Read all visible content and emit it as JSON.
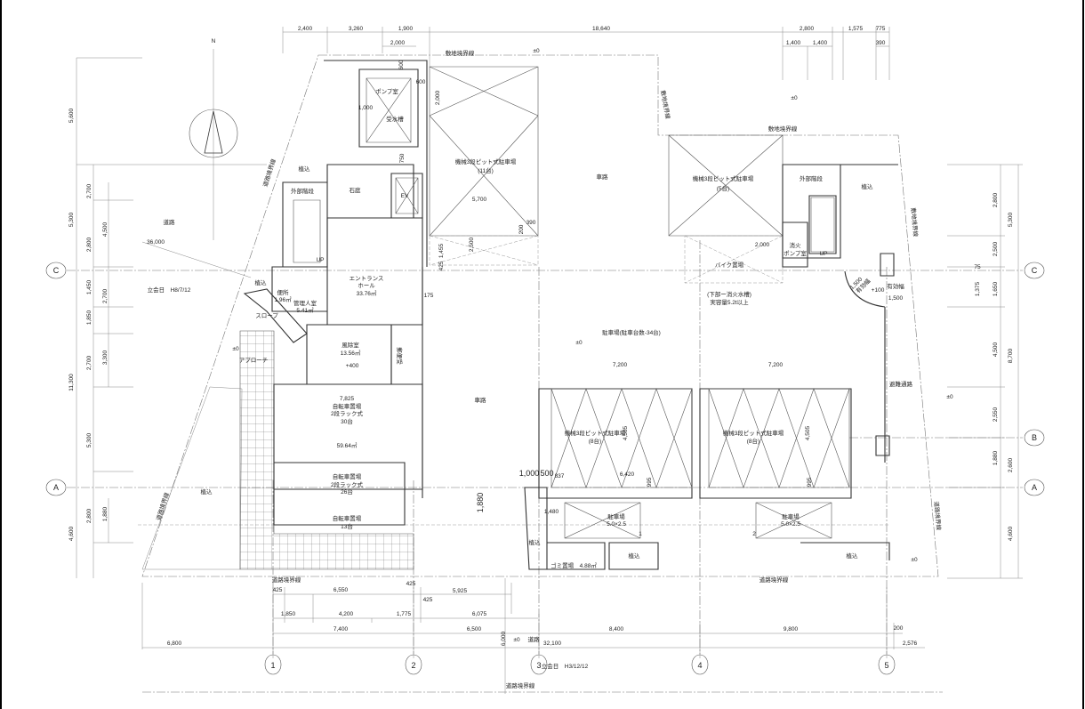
{
  "north_label": "N",
  "top_dims": [
    "2,400",
    "3,260",
    "1,900",
    "18,640",
    "2,800",
    "1,575",
    "775",
    "2,000",
    "1,400",
    "1,400",
    "390"
  ],
  "left_dims": [
    "5,600",
    "5,300",
    "11,300",
    "4,600",
    "2,700",
    "2,800",
    "1,450",
    "1,850",
    "2,700",
    "5,300",
    "2,800",
    "4,500",
    "2,700",
    "3,300",
    "1,880"
  ],
  "right_dims": [
    "2,800",
    "5,300",
    "2,500",
    "75",
    "1,375",
    "1,650",
    "4,500",
    "8,700",
    "2,550",
    "1,880",
    "2,600",
    "4,600"
  ],
  "bottom_dims": [
    "425",
    "6,550",
    "425",
    "5,925",
    "425",
    "1,850",
    "4,200",
    "1,775",
    "6,075",
    "7,400",
    "6,500",
    "8,400",
    "9,800",
    "200",
    "6,800",
    "6,000",
    "32,100",
    "2,576"
  ],
  "inner_dims": [
    "1,000",
    "600",
    "600",
    "750",
    "2,000",
    "5,700",
    "390",
    "200",
    "2,500",
    "1,455",
    "425",
    "175",
    "2,000",
    "1,500",
    "1,500",
    "7,200",
    "7,200",
    "7,825",
    "4,505",
    "4,505",
    "6,420",
    "1,000",
    "500",
    "837",
    "995",
    "995",
    "1,880",
    "1,480",
    "36,000"
  ],
  "boundary": {
    "site": "敷地境界線",
    "road": "道路境界線",
    "zero": "±0"
  },
  "rooms": {
    "pump_room": "ポンプ室",
    "water_tank": "受水槽",
    "parking_11": [
      "機械3段ピット式駐車場",
      "(11台)"
    ],
    "parking_5": [
      "機械3段ピット式駐車場",
      "(5台)"
    ],
    "parking_8a": [
      "機械3段ピット式駐車場",
      "(8台)"
    ],
    "parking_8b": [
      "機械3段ピット式駐車場",
      "(8台)"
    ],
    "driveway": "車路",
    "planting": "植込",
    "ext_stair": "外部階段",
    "stone_garden": "石庭",
    "ev": "EV",
    "up": "UP",
    "toilet": [
      "便所",
      "1.96㎡"
    ],
    "manager": [
      "管理人室",
      "5.41㎡"
    ],
    "slope": "スロープ",
    "entrance": [
      "エントランス",
      "ホール",
      "33.76㎡"
    ],
    "windbreak": [
      "風除室",
      "13.56㎡"
    ],
    "plus400": "+400",
    "plus100": "+100",
    "mailbox": "郵便受",
    "approach": "アプローチ",
    "road": "道路",
    "survey_left": "立会日　H8/7/12",
    "survey_bottom": "立会日　H3/12/12",
    "fire_pump": [
      "消火",
      "ポンプ室"
    ],
    "bike": "バイク置場",
    "fire_tank": [
      "(下部ー消火水槽)",
      "実容量5.2t以上"
    ],
    "eff_width": "有効幅",
    "parking_total": "駐車場(駐車台数-34台)",
    "evac": "避難通路",
    "bicycle_30": [
      "自転車置場",
      "2段ラック式",
      "30台"
    ],
    "area_5964": "59.64㎡",
    "bicycle_26": [
      "自転車置場",
      "2段ラック式",
      "26台"
    ],
    "bicycle_13": [
      "自転車置場",
      "13台"
    ],
    "parking_1": [
      "駐車場",
      "5.0×2.5",
      "1"
    ],
    "parking_2": [
      "駐車場",
      "5.0×2.5",
      "2"
    ],
    "garbage": "ゴミ置場　4.88㎡",
    "road_zero": "道路"
  },
  "grid": {
    "cols": [
      "1",
      "2",
      "3",
      "4",
      "5"
    ],
    "rows": [
      "C",
      "A",
      "B"
    ]
  }
}
